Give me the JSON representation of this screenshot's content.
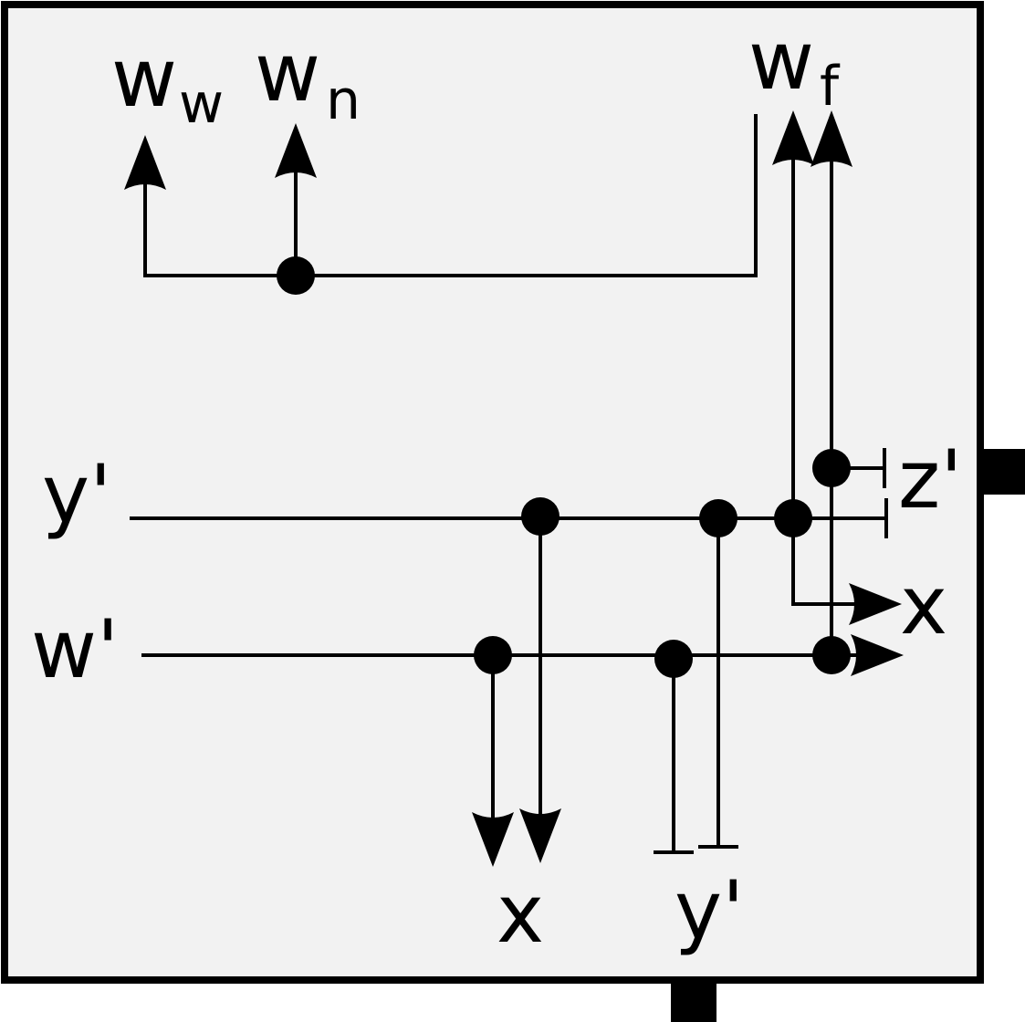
{
  "labels": {
    "ww_main": "w",
    "ww_sub": "w",
    "wn_main": "w",
    "wn_sub": "n",
    "wf_main": "w",
    "wf_sub": "f",
    "input_y": "y'",
    "input_w": "w'",
    "out_z": "z'",
    "out_x_right": "x",
    "out_x_bottom": "x",
    "out_y_bottom": "y'"
  },
  "colors": {
    "background": "#f2f2f2",
    "ink": "#000000"
  }
}
